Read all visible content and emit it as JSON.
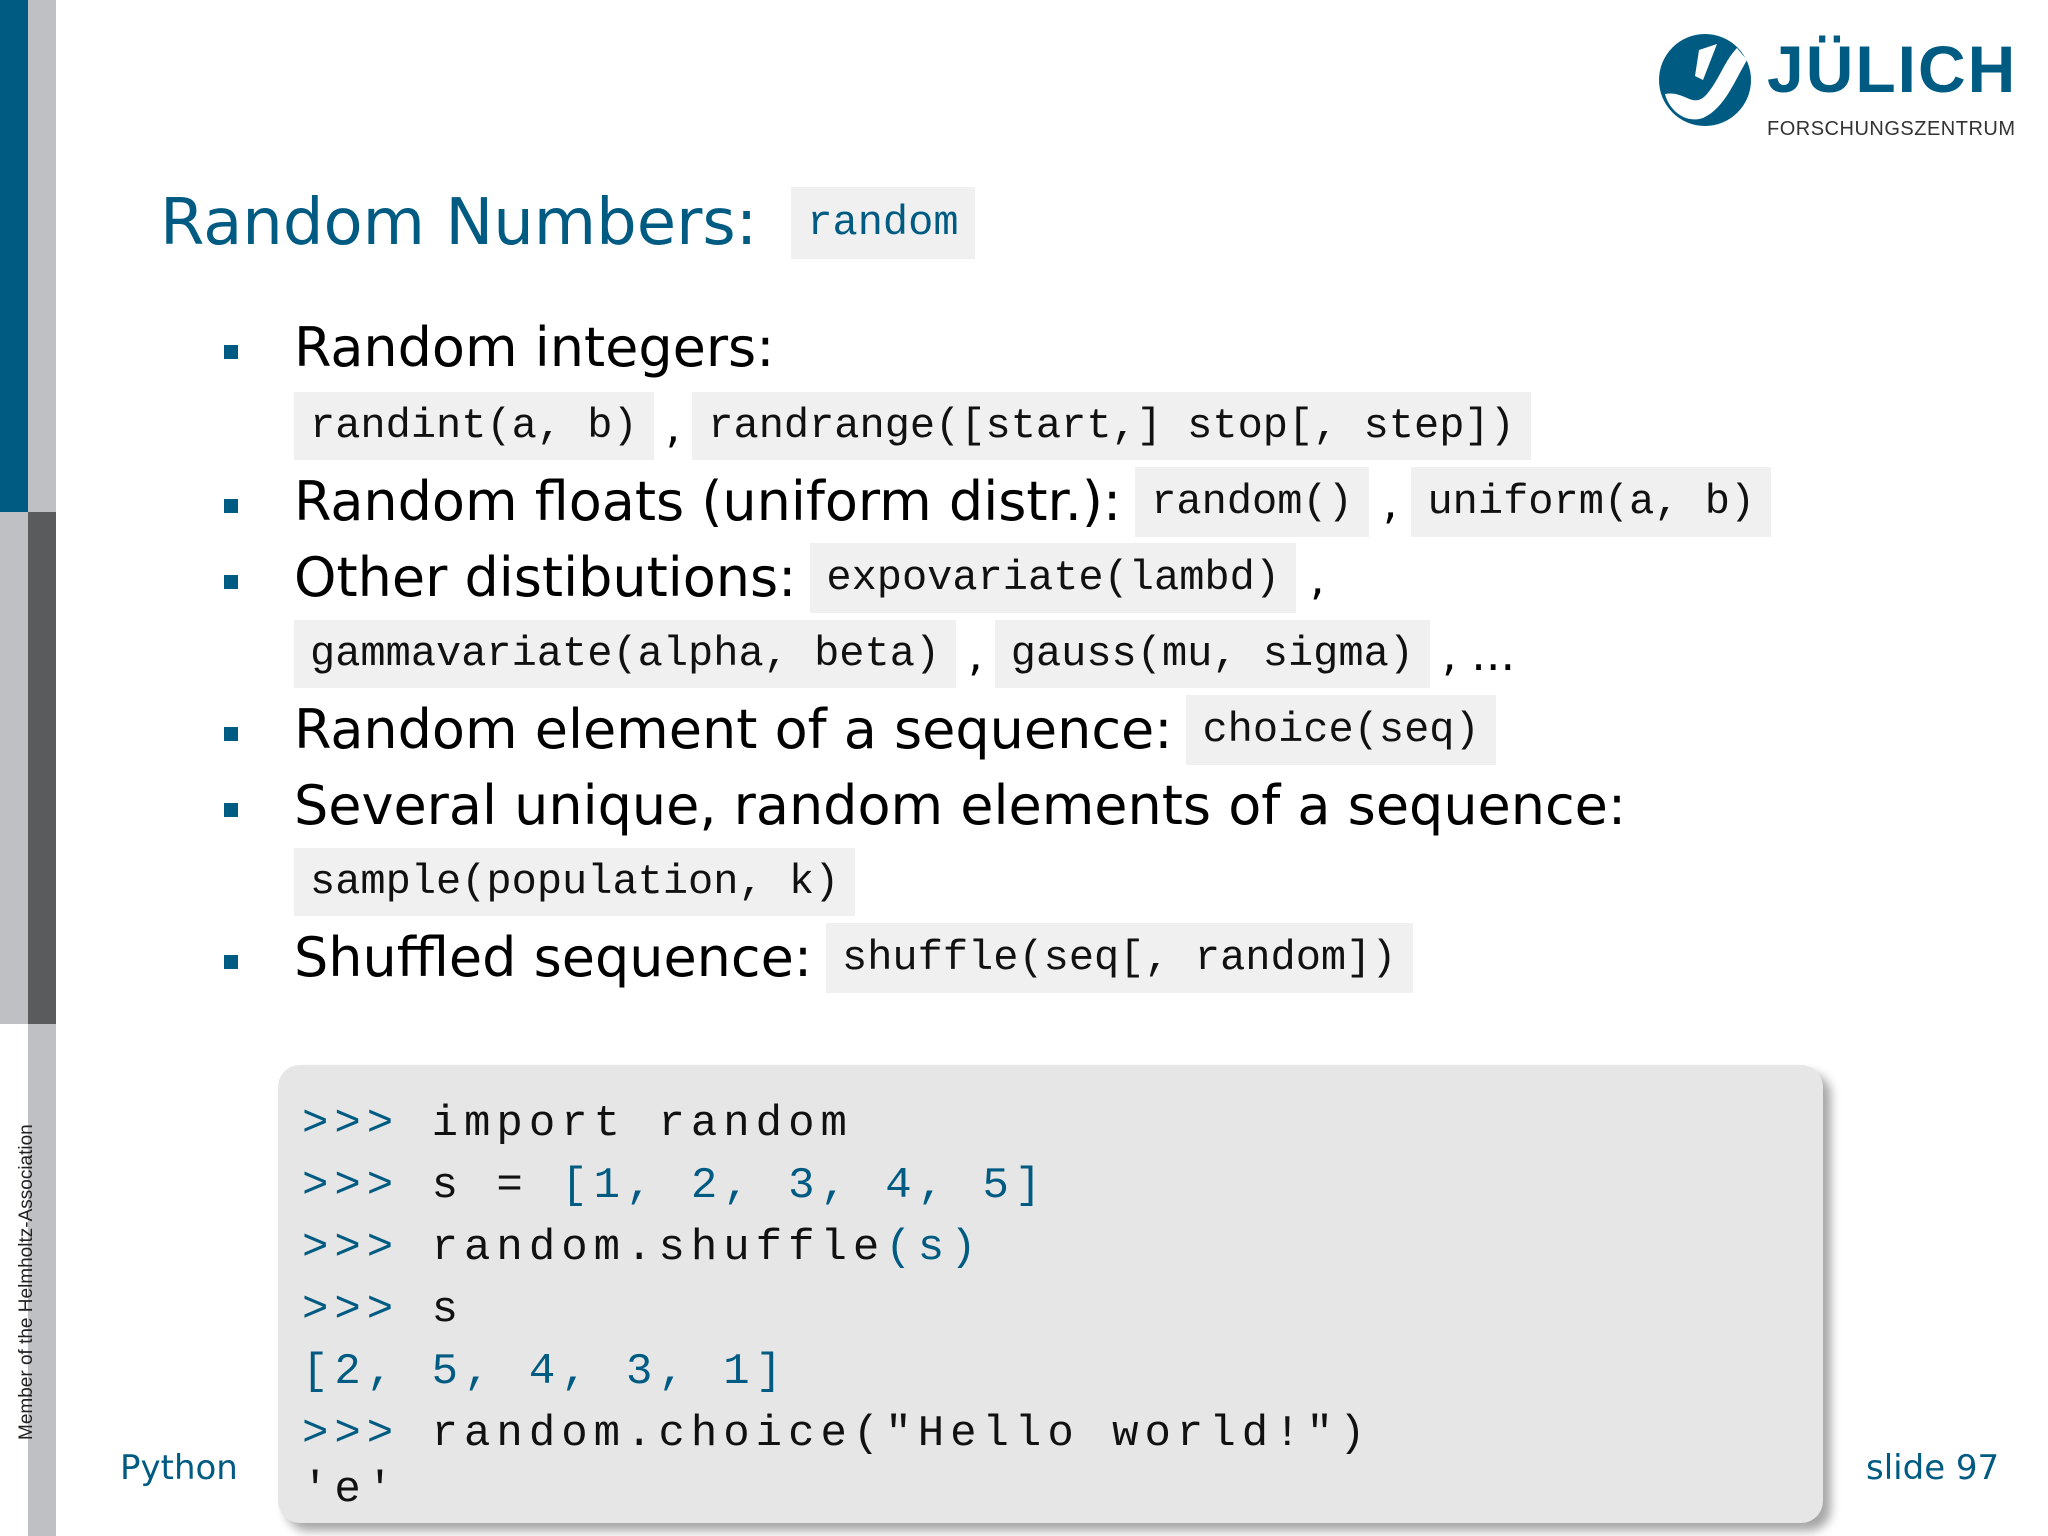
{
  "sidebar": {
    "vertical_text": "Member of the Helmholtz-Association"
  },
  "logo": {
    "name": "JÜLICH",
    "subtitle": "FORSCHUNGSZENTRUM"
  },
  "title": {
    "text": "Random Numbers:",
    "module": "random"
  },
  "bullets": [
    {
      "label": "Random integers:",
      "codes": [
        "randint(a, b)",
        "randrange([start,] stop[, step])"
      ]
    },
    {
      "label": "Random floats (uniform distr.):",
      "codes": [
        "random()",
        "uniform(a, b)"
      ]
    },
    {
      "label": "Other distibutions:",
      "codes": [
        "expovariate(lambd)",
        "gammavariate(alpha, beta)",
        "gauss(mu, sigma)"
      ],
      "trailing": ", ..."
    },
    {
      "label": "Random element of a sequence:",
      "codes": [
        "choice(seq)"
      ]
    },
    {
      "label": "Several unique, random elements of a sequence:",
      "codes": [
        "sample(population, k)"
      ]
    },
    {
      "label": "Shuffled sequence:",
      "codes": [
        "shuffle(seq[, random])"
      ]
    }
  ],
  "separators": {
    "comma": ",",
    "ellipsis": ", ..."
  },
  "console": {
    "prompt": ">>>",
    "lines": [
      {
        "code": "import random"
      },
      {
        "pre": "s = ",
        "list": "[1, 2, 3, 4, 5]"
      },
      {
        "pre": "random.shuffle",
        "args": "(s)"
      },
      {
        "code": "s"
      },
      {
        "output": "[2, 5, 4, 3, 1]"
      },
      {
        "pre": "random.choice",
        "args": "(\"Hello world!\")"
      },
      {
        "output": "'e'"
      }
    ]
  },
  "footer": {
    "left": "Python",
    "right": "slide 97"
  },
  "colors": {
    "accent": "#005b82",
    "code_bg": "#f0f0f0",
    "console_bg": "#e6e6e6"
  }
}
